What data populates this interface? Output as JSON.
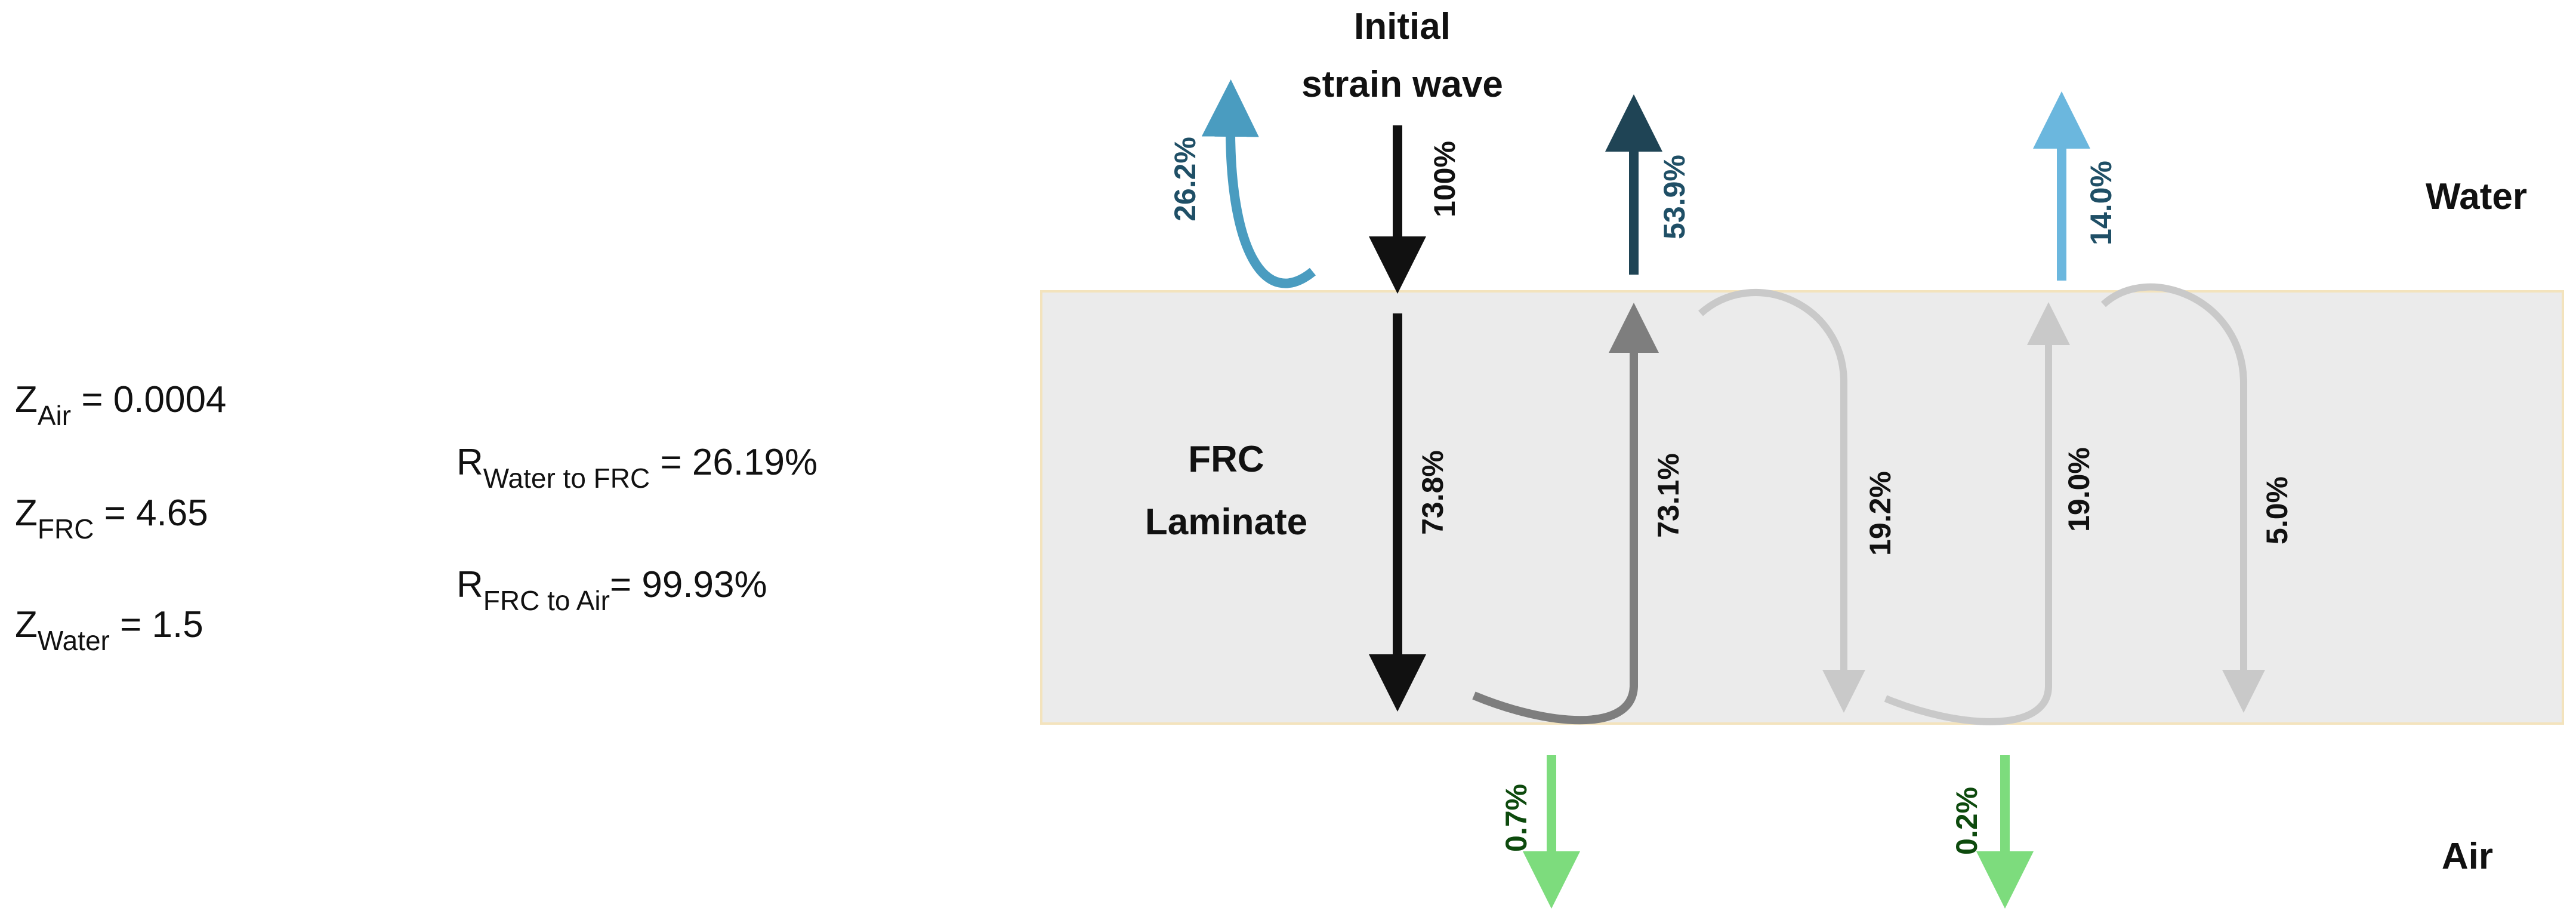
{
  "layers": {
    "water": "Water",
    "laminate_line1": "FRC",
    "laminate_line2": "Laminate",
    "air": "Air"
  },
  "incident_label": {
    "line1": "Initial",
    "line2": "strain wave"
  },
  "impedances": [
    {
      "symbol": "Z",
      "subscript": "Air",
      "value": " = 0.0004"
    },
    {
      "symbol": "Z",
      "subscript": "FRC",
      "value": " = 4.65"
    },
    {
      "symbol": "Z",
      "subscript": "Water",
      "value": " = 1.5"
    }
  ],
  "reflection_coefficients": [
    {
      "symbol": "R",
      "subscript": "Water to FRC",
      "value": " = 26.19%"
    },
    {
      "symbol": "R",
      "subscript": "FRC to Air",
      "value": "= 99.93%"
    }
  ],
  "wave_percentages": {
    "incident": "100%",
    "reflected_water": "26.2%",
    "transmitted_into_frc": "73.8%",
    "reflected_at_air_1": "73.1%",
    "transmitted_to_air_1": "0.7%",
    "transmitted_to_water_1": "53.9%",
    "reflected_at_water_1": "19.2%",
    "reflected_at_air_2": "19.0%",
    "transmitted_to_air_2": "0.2%",
    "transmitted_to_water_2": "14.0%",
    "reflected_at_water_2": "5.0%"
  },
  "colors": {
    "incident": "#111111",
    "reflected_water": "#4a9cc0",
    "transmitted_water_1": "#1f4455",
    "transmitted_water_2": "#6bb7de",
    "transmitted_air": "#7ddc7d",
    "internal_strong": "#7e7e7e",
    "internal_weak": "#c9c9c9",
    "laminate_fill": "#ebebeb",
    "laminate_border": "#f3e3bd",
    "label_water_blue": "#1f4f66",
    "label_air_green": "#0d4a0d"
  }
}
